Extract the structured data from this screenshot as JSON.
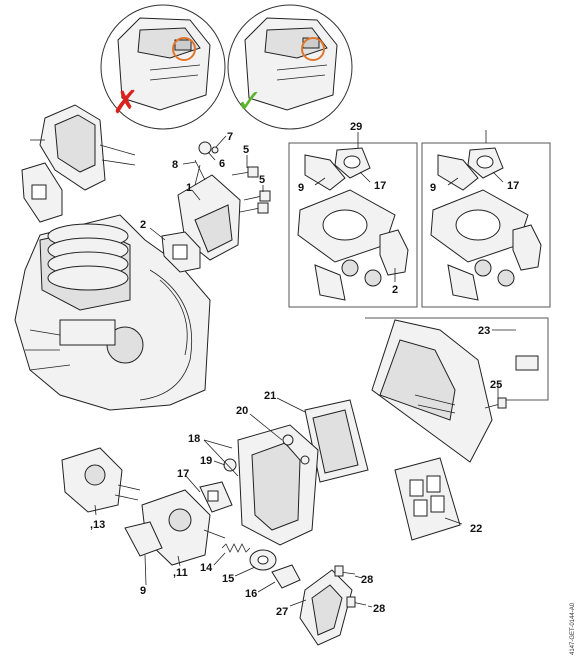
{
  "labels": {
    "p1": "1",
    "p2a": "2",
    "p2b": "2",
    "p5a": "5",
    "p5b": "5",
    "p6": "6",
    "p7": "7",
    "p8": "8",
    "p9a": "9",
    "p9b": "9",
    "p9c": "9",
    "p11": ",11",
    "p13": ",13",
    "p14": "14",
    "p15": "15",
    "p16": "16",
    "p17a": "17",
    "p17b": "17",
    "p17c": "17",
    "p18": "18",
    "p19": "19",
    "p20": "20",
    "p21": "21",
    "p22": "22",
    "p23": "23",
    "p25": "25",
    "p27": "27",
    "p28a": "28",
    "p28b": "28",
    "p29": "29"
  },
  "drawing_code": "4147-GET-0144-A0",
  "status_marks": {
    "wrong": "✗",
    "right": "✓"
  },
  "colors": {
    "wrong": "#d9231c",
    "right": "#5ab52c",
    "highlight_ring": "#e0762b"
  }
}
